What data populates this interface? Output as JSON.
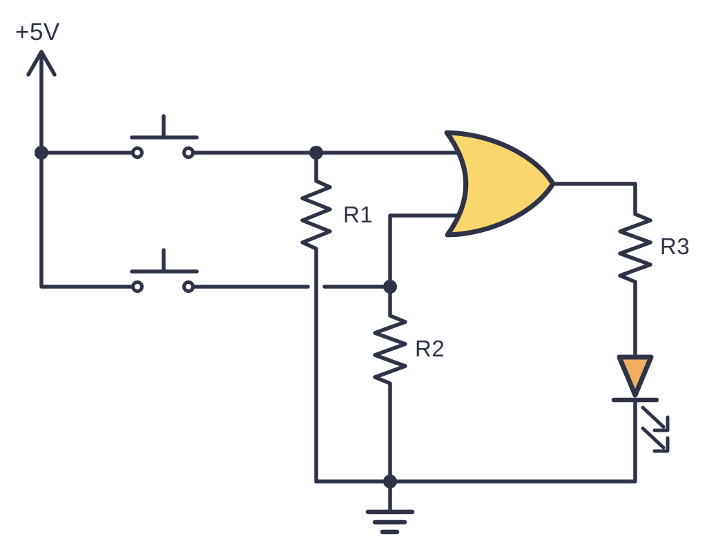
{
  "diagram": {
    "type": "circuit-schematic",
    "labels": {
      "supply": "+5V",
      "r1": "R1",
      "r2": "R2",
      "r3": "R3"
    },
    "colors": {
      "wire": "#2e3347",
      "gate-fill": "#fad76e",
      "led-fill": "#f1ae61",
      "terminal-fill": "#ffffff",
      "background": "#ffffff"
    },
    "components": [
      {
        "type": "power-supply",
        "label": "+5V"
      },
      {
        "type": "push-button"
      },
      {
        "type": "push-button"
      },
      {
        "type": "resistor",
        "label": "R1"
      },
      {
        "type": "resistor",
        "label": "R2"
      },
      {
        "type": "resistor",
        "label": "R3"
      },
      {
        "type": "or-gate"
      },
      {
        "type": "led"
      },
      {
        "type": "ground"
      }
    ]
  }
}
